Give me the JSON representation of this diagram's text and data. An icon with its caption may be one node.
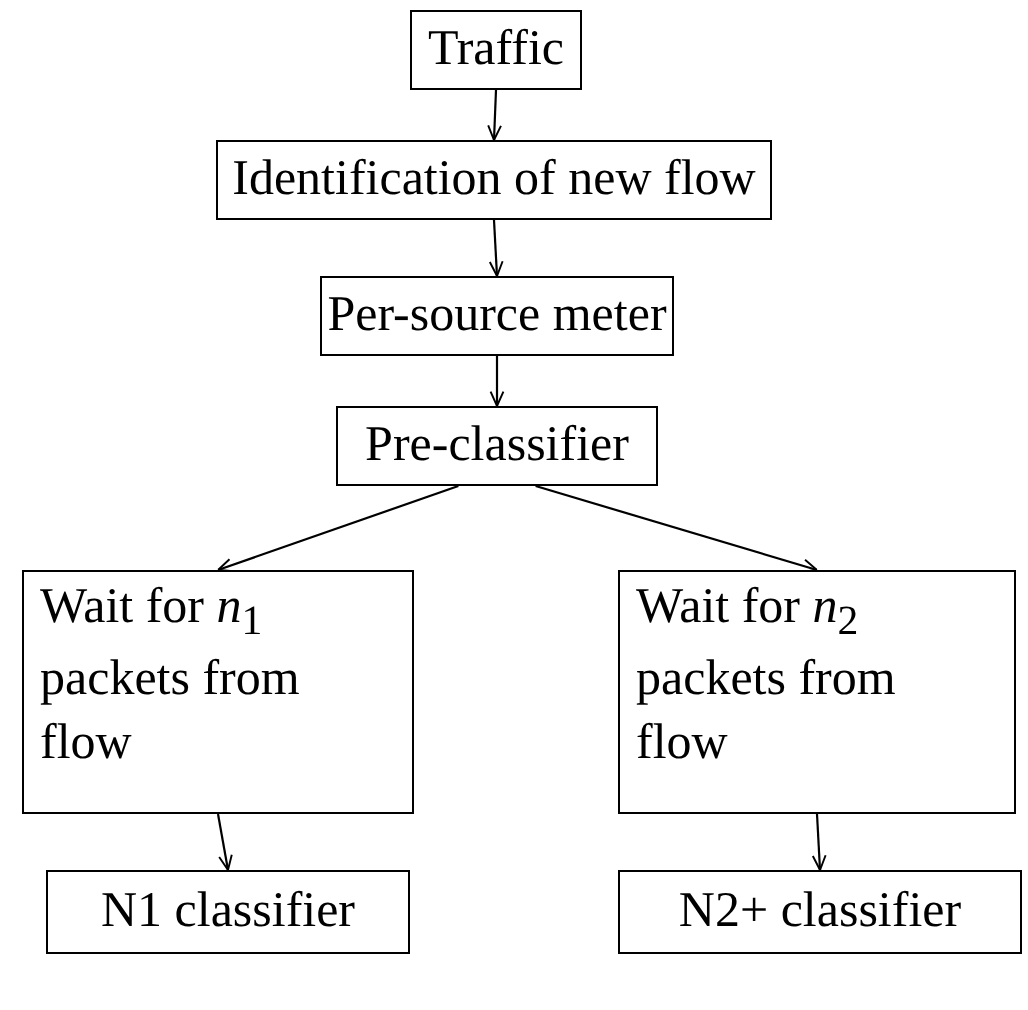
{
  "diagram": {
    "nodes": [
      {
        "text": [
          "Traffic"
        ]
      },
      {
        "text": [
          "Identification of new flow"
        ]
      },
      {
        "text": [
          "Per-source meter"
        ]
      },
      {
        "text": [
          "Pre-classifier"
        ]
      },
      {
        "text": [
          "Wait for *n*$_{1}$ packets from flow"
        ]
      },
      {
        "text": [
          "Wait for *n*$_{2}$ packets from flow"
        ]
      },
      {
        "text": [
          "N1 classifier"
        ]
      },
      {
        "text": [
          "N2+ classifier"
        ]
      }
    ],
    "edges": [
      {
        "from": 0,
        "to": 1,
        "arrow": "to"
      },
      {
        "from": 1,
        "to": 2,
        "arrow": "to"
      },
      {
        "from": 2,
        "to": 3,
        "arrow": "to"
      },
      {
        "from": 3,
        "to": 4,
        "arrow": "to"
      },
      {
        "from": 3,
        "to": 5,
        "arrow": "to"
      },
      {
        "from": 4,
        "to": 6,
        "arrow": "to"
      },
      {
        "from": 5,
        "to": 7,
        "arrow": "to"
      }
    ]
  }
}
